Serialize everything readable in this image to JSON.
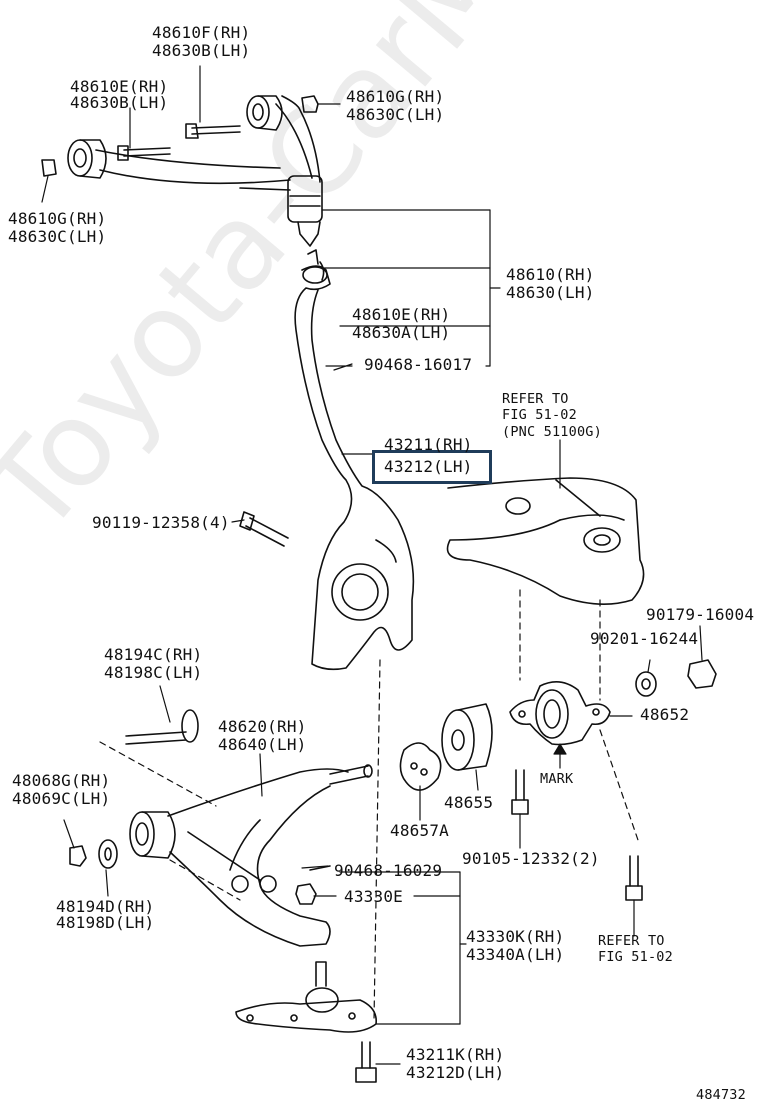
{
  "watermark": "Toyota-CarMine.ru",
  "diagram_id": "484732",
  "labels": {
    "p48610F_RH": "48610F(RH)",
    "p48630B_LH_a": "48630B(LH)",
    "p48610E_RH_a": "48610E(RH)",
    "p48630B_LH_b": "48630B(LH)",
    "p48610G_RH_a": "48610G(RH)",
    "p48630C_LH_a": "48630C(LH)",
    "p48610G_RH_b": "48610G(RH)",
    "p48630C_LH_b": "48630C(LH)",
    "p48610_RH": "48610(RH)",
    "p48630_LH": "48630(LH)",
    "p48610E_RH_b": "48610E(RH)",
    "p48630A_LH": "48630A(LH)",
    "p90468_16017": "90468-16017",
    "refer_to_1": "REFER TO",
    "fig_51_02_1": "FIG 51-02",
    "pnc_51100G": "(PNC 51100G)",
    "p43211_RH": "43211(RH)",
    "p43212_LH": "43212(LH)",
    "p90119_12358": "90119-12358(4)",
    "p90179_16004": "90179-16004",
    "p90201_16244": "90201-16244",
    "p48652": "48652",
    "p48194C_RH": "48194C(RH)",
    "p48198C_LH": "48198C(LH)",
    "p48620_RH": "48620(RH)",
    "p48640_LH": "48640(LH)",
    "p48068G_RH": "48068G(RH)",
    "p48069C_LH": "48069C(LH)",
    "mark": "MARK",
    "p48655": "48655",
    "p48657A": "48657A",
    "p90105_12332": "90105-12332(2)",
    "p90468_16029": "90468-16029",
    "p43330E": "43330E",
    "p43330K_RH": "43330K(RH)",
    "p43340A_LH": "43340A(LH)",
    "p48194D_RH": "48194D(RH)",
    "p48198D_LH": "48198D(LH)",
    "refer_to_2": "REFER TO",
    "fig_51_02_2": "FIG 51-02",
    "p43211K_RH": "43211K(RH)",
    "p43212D_LH": "43212D(LH)"
  },
  "highlight_color": "#1f3c5a"
}
